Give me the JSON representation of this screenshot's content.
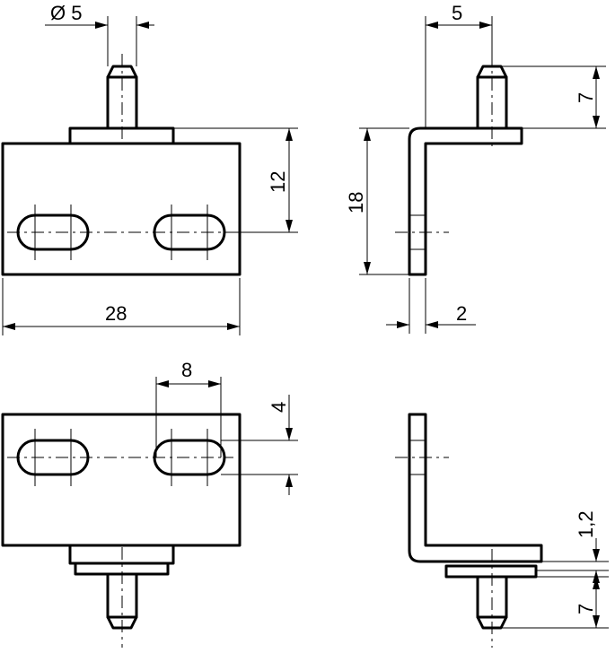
{
  "dimensions": {
    "pin_diameter": "Ø 5",
    "pin_offset_side": "5",
    "pin_length_top": "7",
    "slot_height": "12",
    "plate_height": "18",
    "plate_width": "28",
    "thickness": "2",
    "slot_spacing": "8",
    "slot_width": "4",
    "flange_thickness": "1,2",
    "pin_length_bottom": "7"
  },
  "colors": {
    "ink": "#000000",
    "paper": "#ffffff"
  }
}
